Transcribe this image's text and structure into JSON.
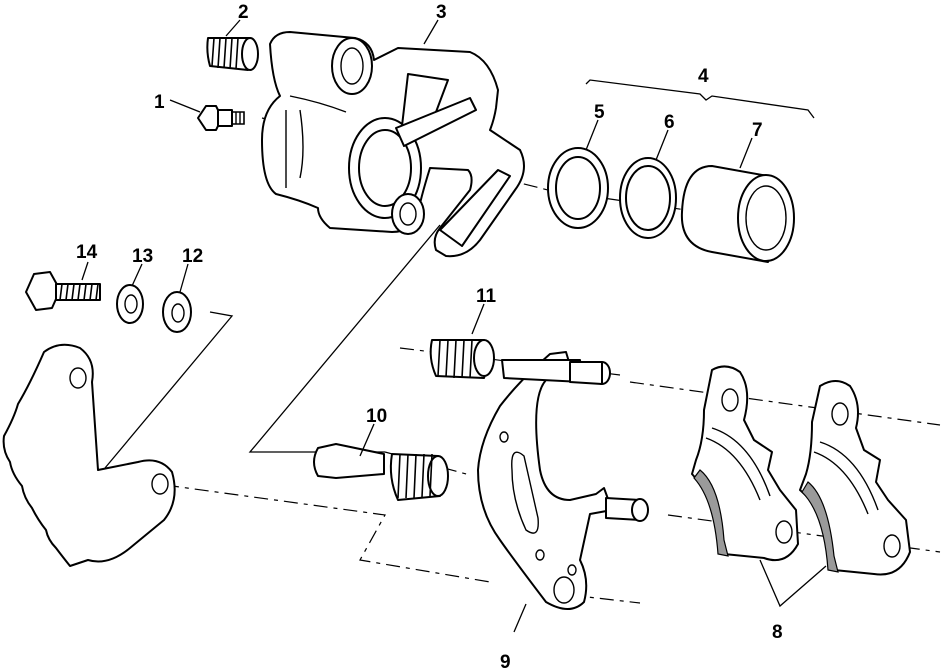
{
  "callouts": [
    {
      "key": "c1",
      "text": "1"
    },
    {
      "key": "c2",
      "text": "2"
    },
    {
      "key": "c3",
      "text": "3"
    },
    {
      "key": "c4",
      "text": "4"
    },
    {
      "key": "c5",
      "text": "5"
    },
    {
      "key": "c6",
      "text": "6"
    },
    {
      "key": "c7",
      "text": "7"
    },
    {
      "key": "c8",
      "text": "8"
    },
    {
      "key": "c9",
      "text": "9"
    },
    {
      "key": "c10",
      "text": "10"
    },
    {
      "key": "c11",
      "text": "11"
    },
    {
      "key": "c12",
      "text": "12"
    },
    {
      "key": "c13",
      "text": "13"
    },
    {
      "key": "c14",
      "text": "14"
    }
  ]
}
